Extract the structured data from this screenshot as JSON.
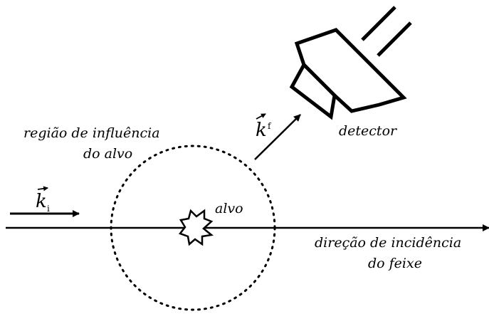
{
  "labels": {
    "ki_symbol": "k",
    "ki_subscript": "i",
    "kf_symbol": "k",
    "kf_subscript": "f",
    "region_line1": "região de influência",
    "region_line2": "do alvo",
    "target": "alvo",
    "detector": "detector",
    "direction_line1": "direção de incidência",
    "direction_line2": "do feixe"
  }
}
